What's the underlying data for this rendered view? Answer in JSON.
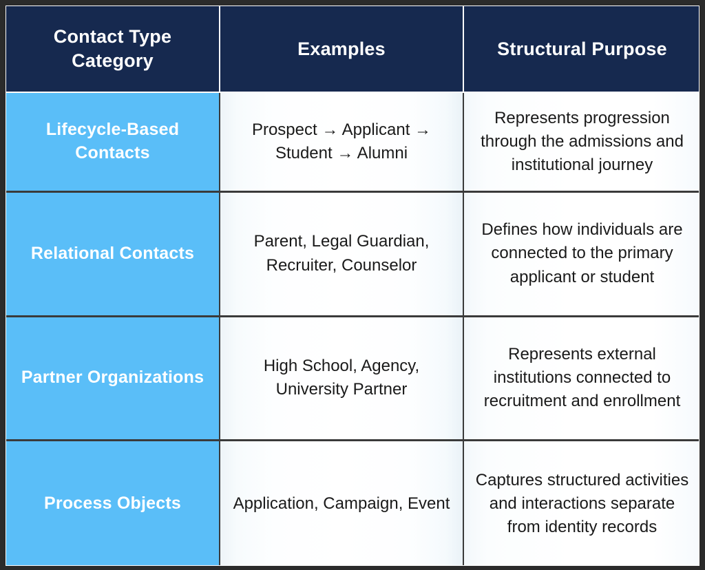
{
  "table": {
    "colors": {
      "header_bg": "#16294f",
      "header_text": "#ffffff",
      "category_bg": "#5abef8",
      "category_text": "#ffffff",
      "cell_bg": "#ffffff",
      "cell_text": "#1a1a1a",
      "grid_line": "#3a3a3a",
      "page_bg": "#2b2b2b"
    },
    "headers": [
      "Contact Type Category",
      "Examples",
      "Structural Purpose"
    ],
    "rows": [
      {
        "category": "Lifecycle-Based Contacts",
        "examples": "Prospect → Applicant → Student → Alumni",
        "purpose": "Represents progression through the admissions and institutional journey"
      },
      {
        "category": "Relational Contacts",
        "examples": "Parent, Legal Guardian, Recruiter, Counselor",
        "purpose": "Defines how individuals are connected to the primary applicant or student"
      },
      {
        "category": "Partner Organizations",
        "examples": "High School, Agency, University Partner",
        "purpose": "Represents external institutions connected to recruitment and enrollment"
      },
      {
        "category": "Process Objects",
        "examples": "Application, Campaign, Event",
        "purpose": "Captures structured activities and interactions separate from identity records"
      }
    ]
  }
}
